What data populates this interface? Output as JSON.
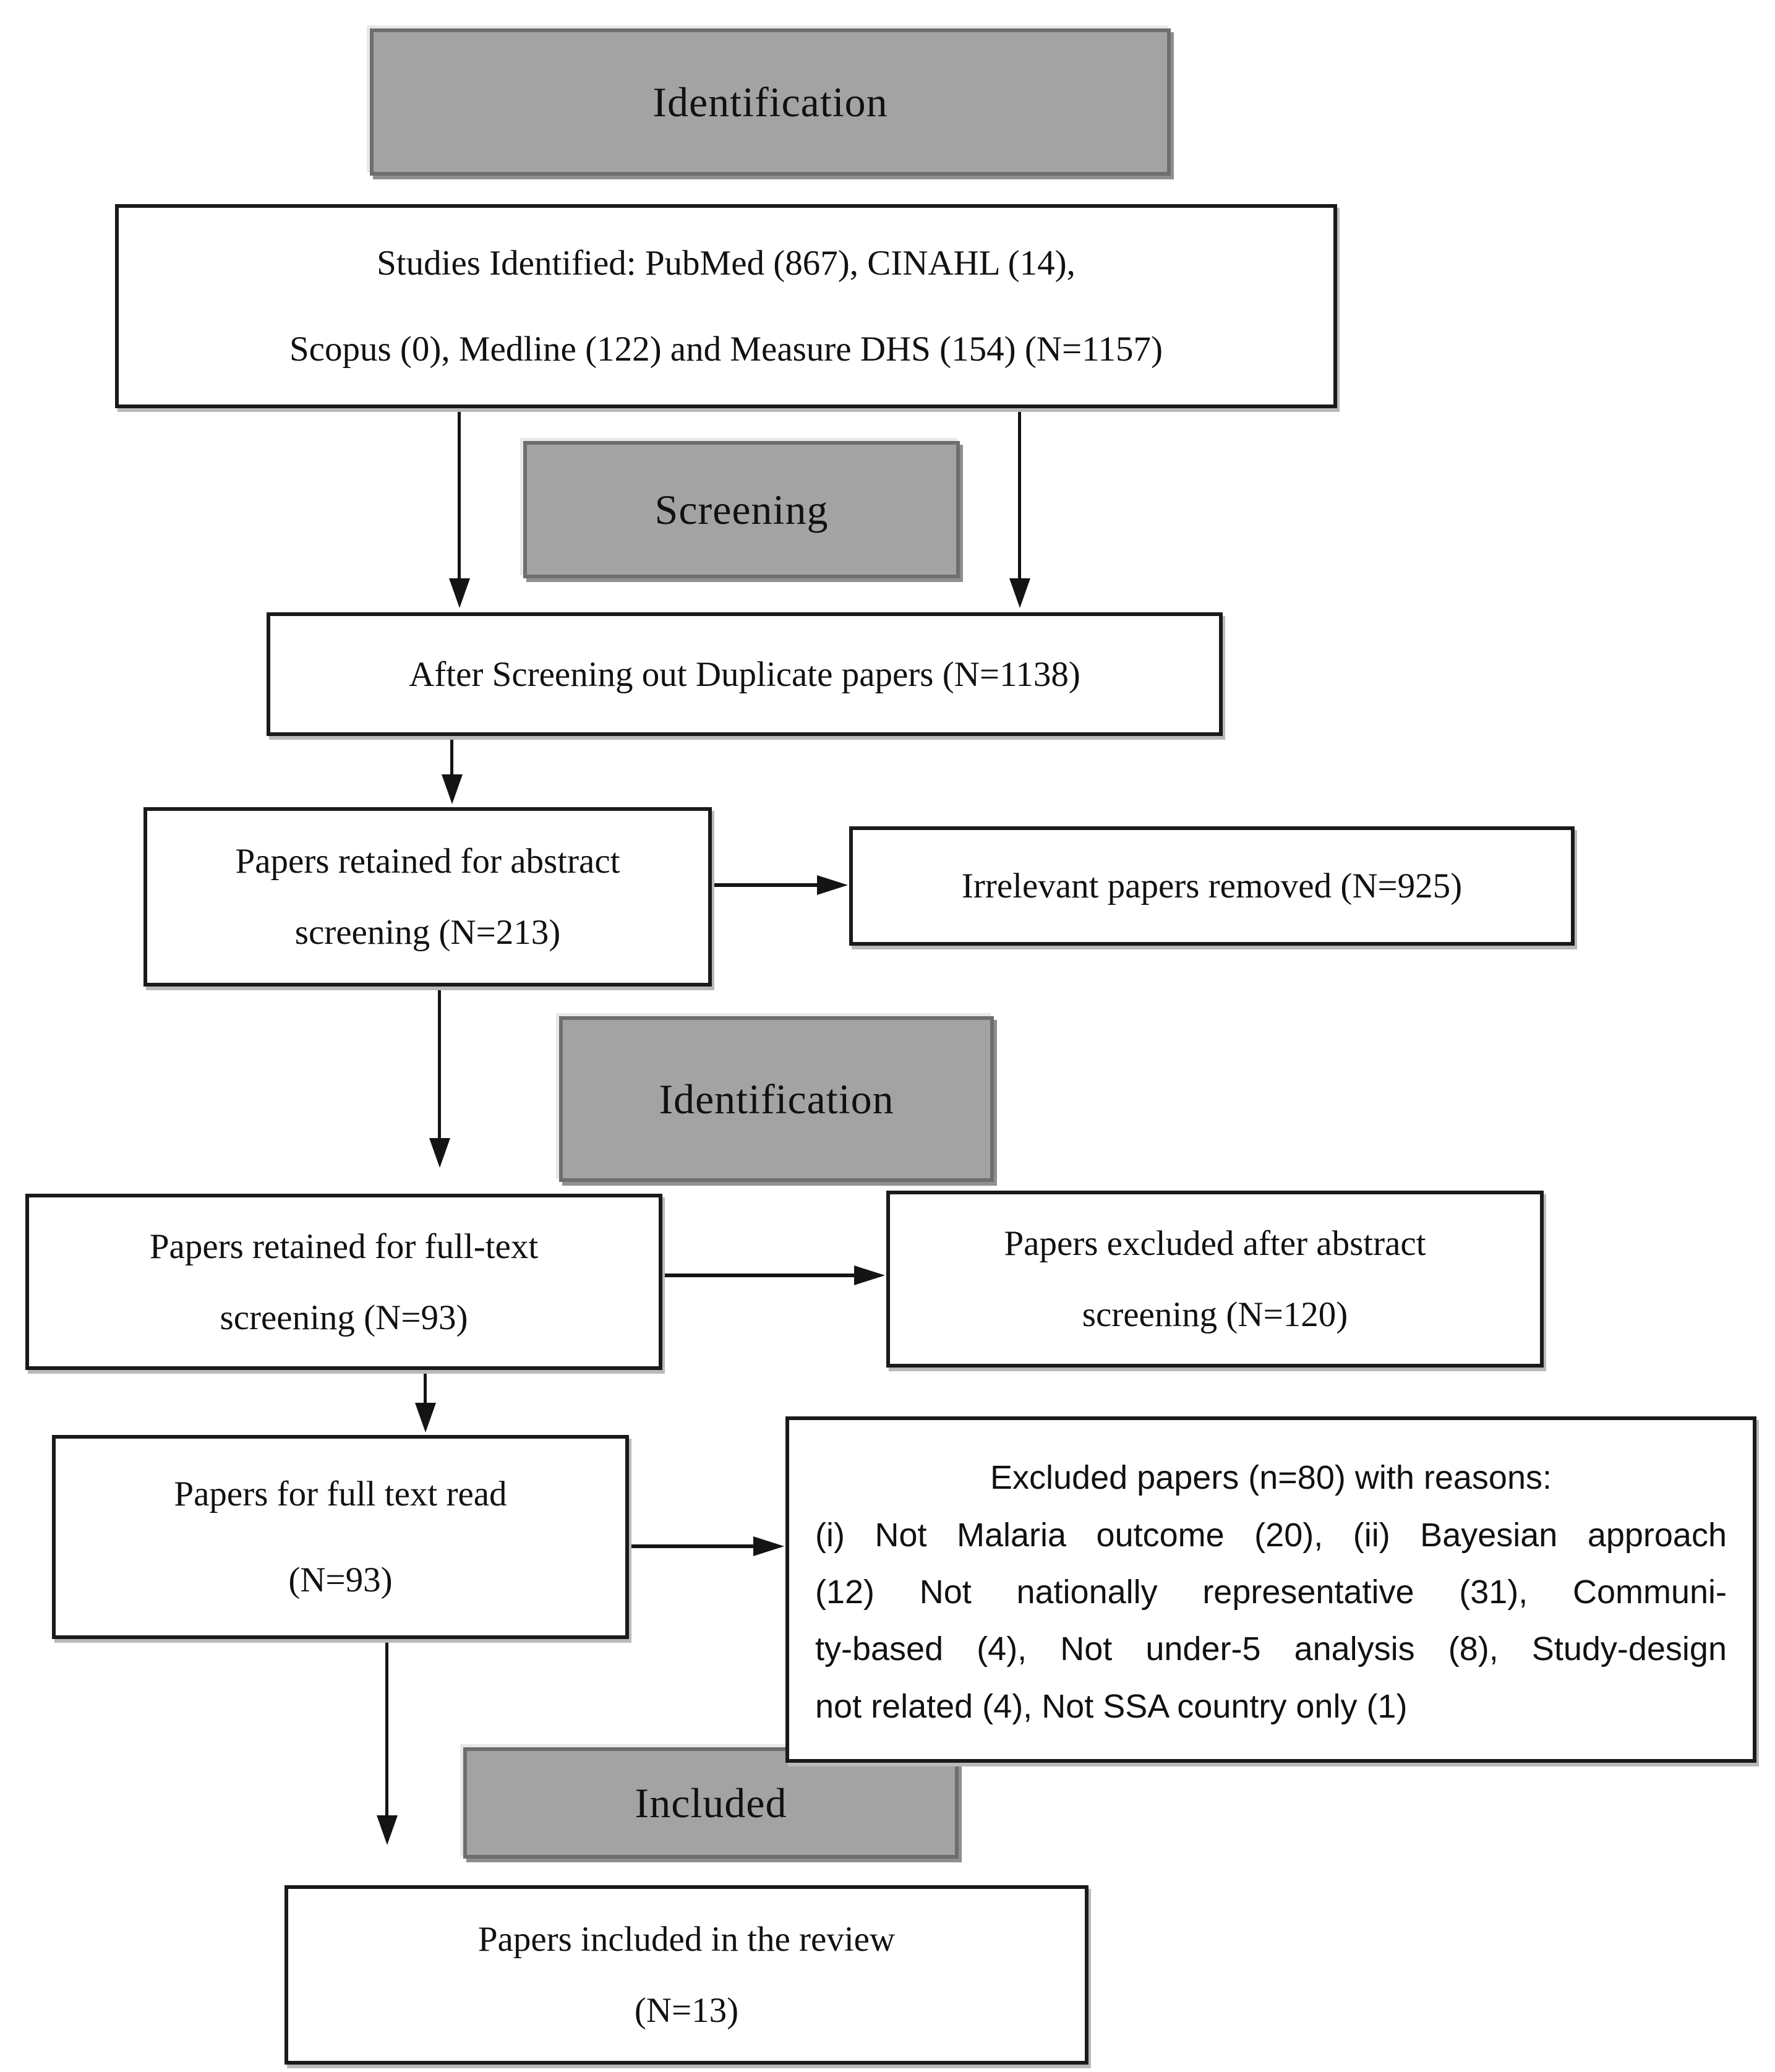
{
  "stages": {
    "identification1": "Identification",
    "screening": "Screening",
    "identification2": "Identification",
    "included": "Included"
  },
  "boxes": {
    "studies": {
      "line1": "Studies Identified: PubMed (867), CINAHL (14),",
      "line2": "Scopus (0), Medline (122) and Measure DHS (154) (N=1157)"
    },
    "duplicates_removed": {
      "line1": "After Screening out Duplicate papers (N=1138)"
    },
    "abstract_retained": {
      "line1": "Papers retained for abstract",
      "line2": "screening (N=213)"
    },
    "irrelevant_removed": {
      "line1": "Irrelevant papers removed (N=925)"
    },
    "fulltext_retained": {
      "line1": "Papers retained for full-text",
      "line2": "screening (N=93)"
    },
    "abstract_excluded": {
      "line1": "Papers excluded after abstract",
      "line2": "screening (N=120)"
    },
    "fulltext_read": {
      "line1": "Papers for full text read",
      "line2": "(N=93)"
    },
    "excluded_reasons": {
      "title": "Excluded papers (n=80) with reasons:",
      "line1": "(i) Not Malaria outcome (20), (ii) Bayesian approach",
      "line2": "(12) Not nationally representative (31), Communi-",
      "line3": "ty-based (4), Not under-5 analysis (8), Study-design",
      "line4": "not related (4), Not SSA country only (1)"
    },
    "included_review": {
      "line1": "Papers included in the review",
      "line2": "(N=13)"
    }
  },
  "colors": {
    "stage_fill": "#a3a3a3",
    "stage_border": "#6e6e6e",
    "box_fill": "#ffffff",
    "box_border": "#1a1a1a",
    "arrow": "#141414",
    "text": "#111111",
    "background": "#ffffff"
  }
}
